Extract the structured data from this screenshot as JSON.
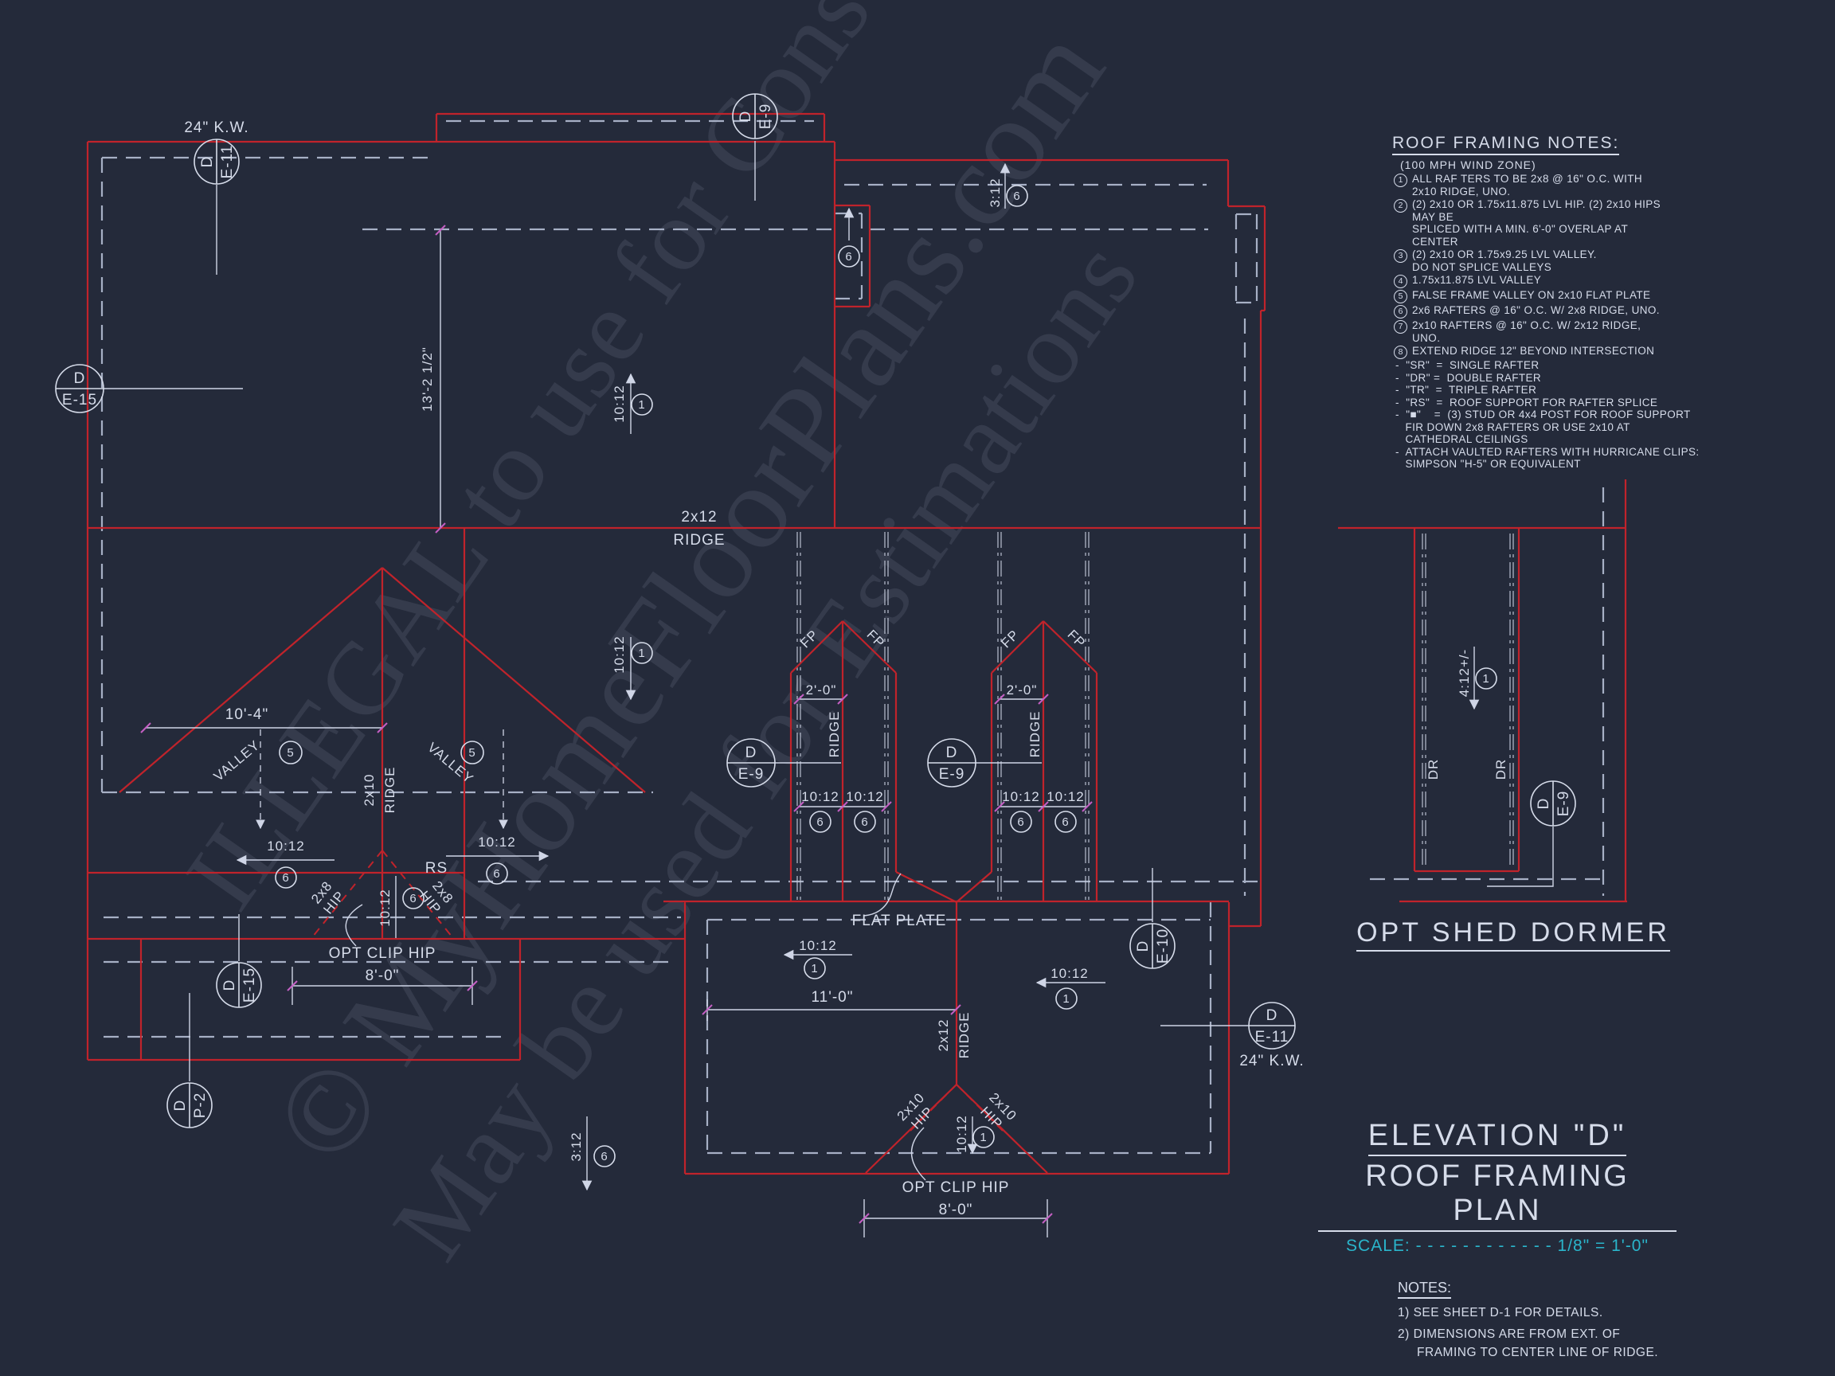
{
  "framing_notes": {
    "heading": "ROOF FRAMING NOTES:",
    "wind_zone": "(100 MPH WIND ZONE)",
    "numbered": [
      {
        "num": "1",
        "lines": [
          "ALL RAF TERS TO BE 2x8 @ 16\" O.C. WITH",
          "2x10 RIDGE, UNO."
        ]
      },
      {
        "num": "2",
        "lines": [
          "(2) 2x10 OR 1.75x11.875 LVL HIP. (2) 2x10 HIPS MAY BE",
          "SPLICED WITH A MIN. 6'-0\" OVERLAP AT CENTER"
        ]
      },
      {
        "num": "3",
        "lines": [
          "(2) 2x10 OR 1.75x9.25 LVL VALLEY.",
          "DO NOT SPLICE VALLEYS"
        ]
      },
      {
        "num": "4",
        "lines": [
          "1.75x11.875 LVL VALLEY"
        ]
      },
      {
        "num": "5",
        "lines": [
          "FALSE FRAME VALLEY ON 2x10 FLAT PLATE"
        ]
      },
      {
        "num": "6",
        "lines": [
          "2x6 RAFTERS @ 16\" O.C. W/ 2x8 RIDGE, UNO."
        ]
      },
      {
        "num": "7",
        "lines": [
          "2x10 RAFTERS @ 16\" O.C. W/ 2x12 RIDGE, UNO."
        ]
      },
      {
        "num": "8",
        "lines": [
          "EXTEND RIDGE 12\" BEYOND INTERSECTION"
        ]
      }
    ],
    "legend": [
      "-  \"SR\"  =  SINGLE RAFTER",
      "-  \"DR\" =  DOUBLE RAFTER",
      "-  \"TR\"  =  TRIPLE RAFTER",
      "-  \"RS\"  =  ROOF SUPPORT FOR RAFTER SPLICE",
      "-  \"■\"    =  (3) STUD OR 4x4 POST FOR ROOF SUPPORT",
      "   FIR DOWN 2x8 RAFTERS OR USE 2x10 AT",
      "   CATHEDRAL CEILINGS",
      "-  ATTACH VAULTED RAFTERS WITH HURRICANE CLIPS:",
      "   SIMPSON \"H-5\" OR EQUIVALENT"
    ]
  },
  "titles": {
    "elevation": "ELEVATION \"D\"",
    "plan": "ROOF FRAMING PLAN",
    "scale_label": "SCALE:",
    "scale_dashes": "- - - - - - - - - - - -",
    "scale_value": "1/8\" = 1'-0\"",
    "notes_heading": "NOTES:",
    "note1": "1)  SEE SHEET D-1 FOR DETAILS.",
    "note2a": "2)  DIMENSIONS ARE FROM EXT. OF",
    "note2b": "     FRAMING TO CENTER LINE OF RIDGE.",
    "shed_dormer": "OPT SHED DORMER"
  },
  "labels": {
    "kw24": "24\" K.W.",
    "slope_10_12": "10:12",
    "slope_3_12": "3:12",
    "slope_4_12": "4:12+/-",
    "size_2x12": "2x12",
    "size_2x10": "2x10",
    "size_2x8": "2x8",
    "ridge": "RIDGE",
    "hip": "HIP",
    "valley": "VALLEY",
    "fp": "FP",
    "dr": "DR",
    "rs": "RS",
    "flat_plate": "FLAT PLATE",
    "opt_clip_hip": "OPT CLIP HIP",
    "dim_13_2": "13'-2 1/2\"",
    "dim_10_4": "10'-4\"",
    "dim_8_0": "8'-0\"",
    "dim_11_0": "11'-0\"",
    "dim_2_0": "2'-0\""
  },
  "callouts": {
    "d": "D",
    "e9": "E-9",
    "e10": "E-10",
    "e11": "E-11",
    "e15": "E-15",
    "p2": "P-2"
  },
  "note_refs": {
    "n1": "1",
    "n5": "5",
    "n6": "6"
  },
  "watermark": {
    "line1": "© MyHomeFloorPlans.com",
    "line2": "ILLEGAL to use for Constructions",
    "line3": "May be used for Estimations"
  },
  "colors": {
    "background": "#242a3a",
    "roof_lines": "#c0232b",
    "text": "#d6dcea",
    "scale_text": "#2ab5cb",
    "dim_ticks": "#c45fc4"
  }
}
